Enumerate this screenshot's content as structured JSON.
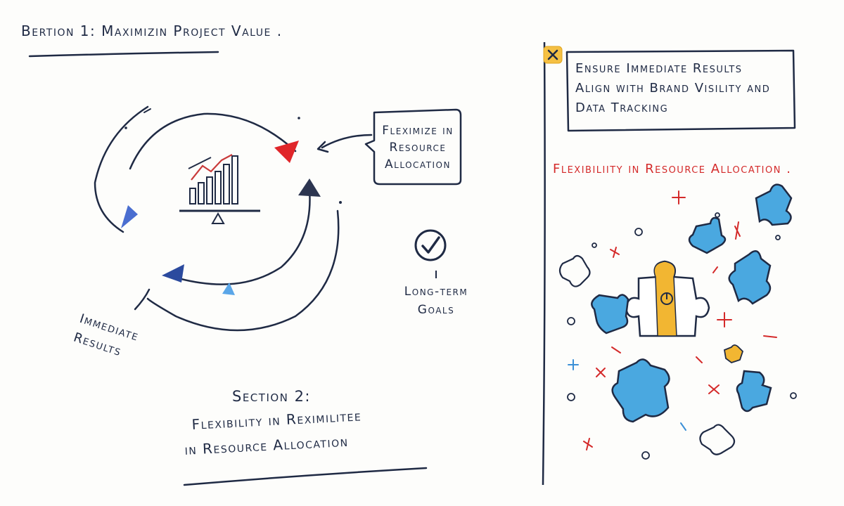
{
  "section1_title": "Bertion 1: Maximizin Project Value .",
  "callout_flexmize": [
    "Fleximize in",
    "Resource",
    "Allocation"
  ],
  "immediate_results": [
    "Immediate",
    "Results"
  ],
  "long_term_goals": [
    "Long-term",
    "Goals"
  ],
  "section2": {
    "heading": "Section 2:",
    "line1": "Flexibility in Reximilitee",
    "line2": "in Resource Allocation"
  },
  "right_panel": {
    "box_lines": [
      "Ensure Immediate Results",
      "Align with Brand Visility and",
      "Data Tracking"
    ],
    "flex_heading": "Flexibiliity in Resource Allocation ."
  },
  "icons": {
    "cycle": "cycle-arrows-icon",
    "chart": "bar-chart-on-balance-icon",
    "check": "check-circle-icon",
    "close": "close-tag-icon",
    "puzzles": "scattered-puzzle-pieces-icon"
  },
  "colors": {
    "ink": "#1f2a44",
    "red": "#d42a2a",
    "blue": "#3b8fd6",
    "puzzle_blue": "#4aa8e0",
    "yellow": "#f2b632"
  }
}
